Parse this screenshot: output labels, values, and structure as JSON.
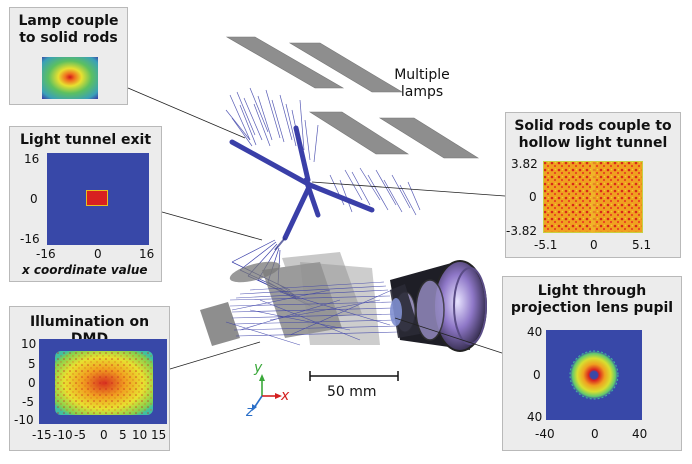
{
  "panels": {
    "lamp_couple": {
      "title_lines": [
        "Lamp couple",
        "to solid rods"
      ]
    },
    "light_tunnel_exit": {
      "title": "Light tunnel exit",
      "y_ticks": [
        "16",
        "0",
        "-16"
      ],
      "x_ticks": [
        "-16",
        "0",
        "16"
      ],
      "x_label": "x coordinate value"
    },
    "illumination_dmd": {
      "title": "Illumination on DMD",
      "y_ticks": [
        "10",
        "5",
        "0",
        "-5",
        "-10"
      ],
      "x_ticks": [
        "-15",
        "-10",
        "-5",
        "0",
        "5",
        "10",
        "15"
      ]
    },
    "solid_rods": {
      "title_lines": [
        "Solid rods couple to",
        "hollow light tunnel"
      ],
      "y_ticks": [
        "3.82",
        "0",
        "-3.82"
      ],
      "x_ticks": [
        "-5.1",
        "0",
        "5.1"
      ]
    },
    "projection_lens": {
      "title_lines": [
        "Light through",
        "projection lens pupil"
      ],
      "y_ticks": [
        "40",
        "0",
        "40"
      ],
      "x_ticks": [
        "-40",
        "0",
        "40"
      ]
    }
  },
  "annotations": {
    "multiple_lamps": [
      "Multiple",
      "lamps"
    ],
    "scale_bar": "50 mm",
    "axes": {
      "y": "y",
      "x": "x",
      "z": "z"
    }
  },
  "colors": {
    "panel_bg": "#ececec",
    "plot_blue": "#3848a8",
    "ray_blue": "#3a3fa8",
    "axis_x": "#d42020",
    "axis_y": "#3aa83a",
    "axis_z": "#2a6fc8"
  }
}
